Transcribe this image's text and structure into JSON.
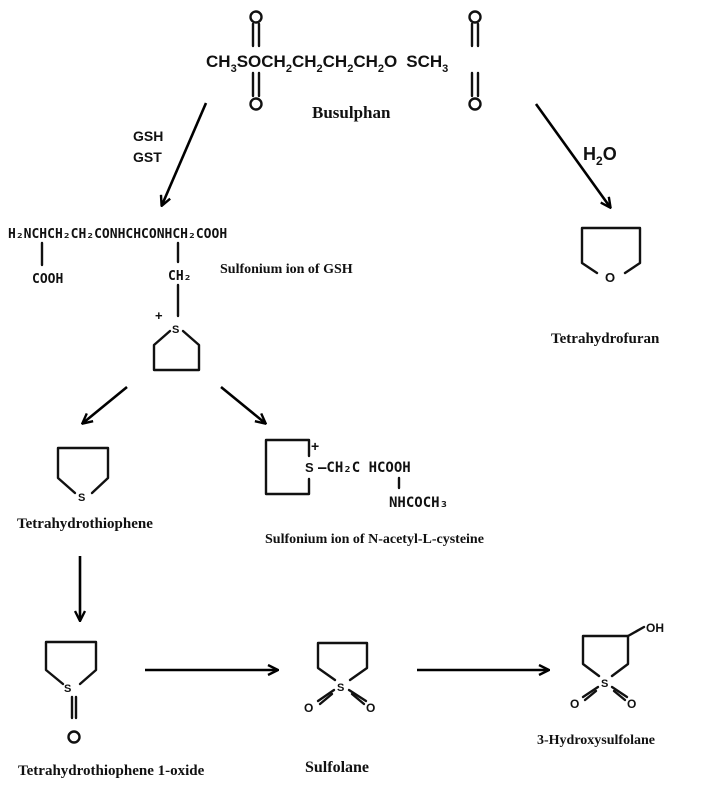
{
  "busulphan": {
    "formula_left": "CH",
    "sub_3": "3",
    "s_atom": "S",
    "o_atom": "O",
    "chain": "OCH",
    "sub_2": "2",
    "ch": "CH",
    "formula_right_ch": "CH",
    "name": "Busulphan"
  },
  "arrows": {
    "gsh": "GSH",
    "gst": "GST",
    "water_h": "H",
    "water_sub": "2",
    "water_o": "O"
  },
  "gsh_conjugate": {
    "main_chain": "H₂NCHCH₂CH₂CONHCHCONHCH₂COOH",
    "cooh": "COOH",
    "ch2": "CH₂",
    "plus": "+",
    "s_atom": "S",
    "name": "Sulfonium ion of GSH"
  },
  "thf": {
    "o_atom": "O",
    "name": "Tetrahydrofuran"
  },
  "tht": {
    "s_atom": "S",
    "name": "Tetrahydrothiophene"
  },
  "nac": {
    "plus": "+",
    "s_atom": "S",
    "chain": "—CH₂C HCOOH",
    "sub_chain": "NHCOCH₃",
    "name": "Sulfonium ion of N-acetyl-L-cysteine"
  },
  "oxide": {
    "s_atom": "S",
    "o_atom": "O",
    "name": "Tetrahydrothiophene 1-oxide"
  },
  "sulfolane": {
    "s_atom": "S",
    "o_left": "O",
    "o_right": "O",
    "name": "Sulfolane"
  },
  "hydroxy": {
    "oh": "OH",
    "s_atom": "S",
    "o_left": "O",
    "o_right": "O",
    "name": "3-Hydroxysulfolane"
  }
}
